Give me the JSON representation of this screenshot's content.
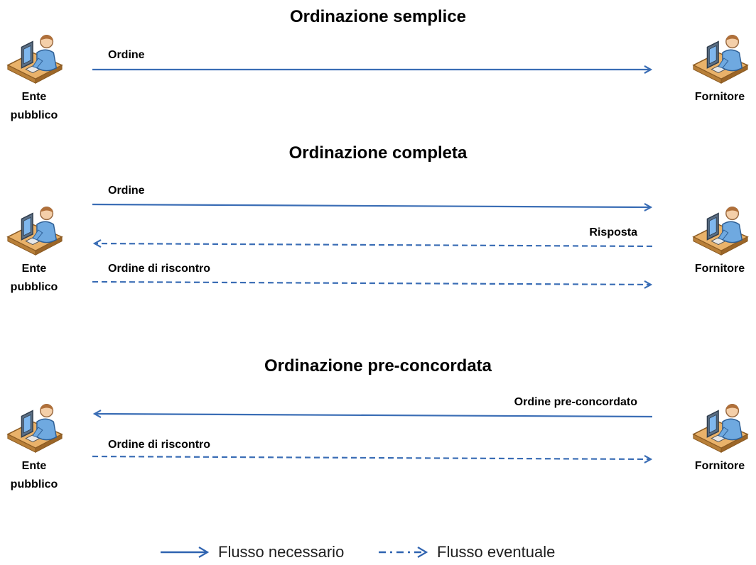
{
  "sections": [
    {
      "title": "Ordinazione semplice",
      "left_actor": "Ente pubblico",
      "right_actor": "Fornitore",
      "flows": [
        {
          "label": "Ordine",
          "direction": "to-right",
          "kind": "necessary"
        }
      ]
    },
    {
      "title": "Ordinazione completa",
      "left_actor": "Ente pubblico",
      "right_actor": "Fornitore",
      "flows": [
        {
          "label": "Ordine",
          "direction": "to-right",
          "kind": "necessary"
        },
        {
          "label": "Risposta",
          "direction": "to-left",
          "kind": "eventual"
        },
        {
          "label": "Ordine di riscontro",
          "direction": "to-right",
          "kind": "eventual"
        }
      ]
    },
    {
      "title": "Ordinazione pre-concordata",
      "left_actor": "Ente pubblico",
      "right_actor": "Fornitore",
      "flows": [
        {
          "label": "Ordine pre-concordato",
          "direction": "to-left",
          "kind": "necessary"
        },
        {
          "label": "Ordine di riscontro",
          "direction": "to-right",
          "kind": "eventual"
        }
      ]
    }
  ],
  "legend": {
    "necessary": "Flusso necessario",
    "eventual": "Flusso eventuale"
  },
  "colors": {
    "arrow": "#3a6db5",
    "legend_arrow": "#2f63b0"
  },
  "icon": "user-at-computer-icon"
}
